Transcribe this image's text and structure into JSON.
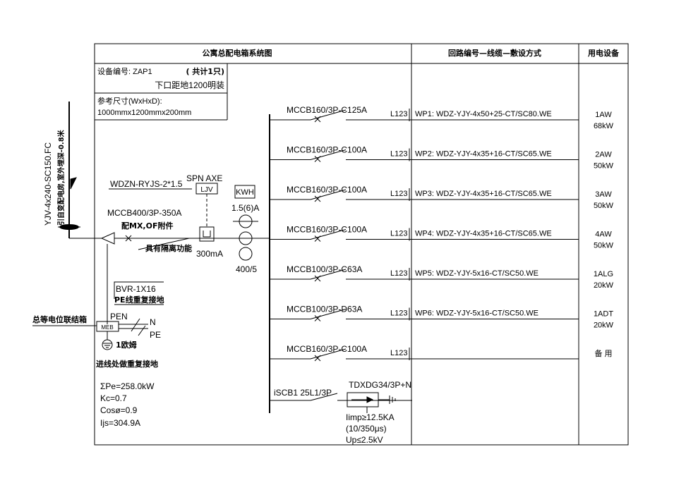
{
  "header": {
    "title": "公寓总配电箱系统图",
    "circuit_col": "回路编号—线缆—敷设方式",
    "equipment_col": "用电设备"
  },
  "panel": {
    "device_no": "设备编号: ZAP1",
    "quantity": "( 共计1只)",
    "mounting": "下口距地1200明装",
    "size_label": "参考尺寸(WxHxD):",
    "size_value": "1000mmx1200mmx200mm"
  },
  "incoming": {
    "cable": "YJV-4x240-SC150.FC",
    "source_note": "引自变配电房,室外埋深-0.8米",
    "main_breaker": "MCCB400/3P-350A",
    "accessory": "配MX,OF附件",
    "isolation": "具有隔离功能",
    "spd_wire": "WDZN-RYJS-2*1.5",
    "spd_label": "SPN AXE",
    "ljv_label": "LJV",
    "rcd_label": "300mA",
    "kwh_label": "KWH",
    "kwh_rating": "1.5(6)A",
    "ct_ratio": "400/5"
  },
  "earthing": {
    "pe_wire": "BVR-1X16",
    "pe_note": "PE线重复接地",
    "pen": "PEN",
    "n": "N",
    "pe": "PE",
    "meb": "MEB",
    "bonding": "总等电位联结箱",
    "resistance": "1欧姆",
    "repeat_note": "进线处做重复接地"
  },
  "calc": {
    "pe": "ΣPe=258.0kW",
    "kc": "Kc=0.7",
    "cos": "Cosø=0.9",
    "ijs": "Ijs=304.9A"
  },
  "circuits": [
    {
      "breaker": "MCCB160/3P-C125A",
      "phase": "L123",
      "cable": "WP1: WDZ-YJY-4x50+25-CT/SC80.WE",
      "load_name": "1AW",
      "load_kw": "68kW"
    },
    {
      "breaker": "MCCB160/3P-C100A",
      "phase": "L123",
      "cable": "WP2: WDZ-YJY-4x35+16-CT/SC65.WE",
      "load_name": "2AW",
      "load_kw": "50kW"
    },
    {
      "breaker": "MCCB160/3P-C100A",
      "phase": "L123",
      "cable": "WP3: WDZ-YJY-4x35+16-CT/SC65.WE",
      "load_name": "3AW",
      "load_kw": "50kW"
    },
    {
      "breaker": "MCCB160/3P-C100A",
      "phase": "L123",
      "cable": "WP4: WDZ-YJY-4x35+16-CT/SC65.WE",
      "load_name": "4AW",
      "load_kw": "50kW"
    },
    {
      "breaker": "MCCB100/3P-C63A",
      "phase": "L123",
      "cable": "WP5: WDZ-YJY-5x16-CT/SC50.WE",
      "load_name": "1ALG",
      "load_kw": "20kW"
    },
    {
      "breaker": "MCCB100/3P-D63A",
      "phase": "L123",
      "cable": "WP6: WDZ-YJY-5x16-CT/SC50.WE",
      "load_name": "1ADT",
      "load_kw": "20kW"
    },
    {
      "breaker": "MCCB160/3P-C100A",
      "phase": "L123",
      "cable": "",
      "load_name": "备  用",
      "load_kw": ""
    }
  ],
  "spd": {
    "breaker": "iSCB1  25L1/3P",
    "model": "TDXDG34/3P+N",
    "iimp": "Iimp≥12.5KA",
    "wave": "(10/350μs)",
    "up": "Up≤2.5kV"
  }
}
